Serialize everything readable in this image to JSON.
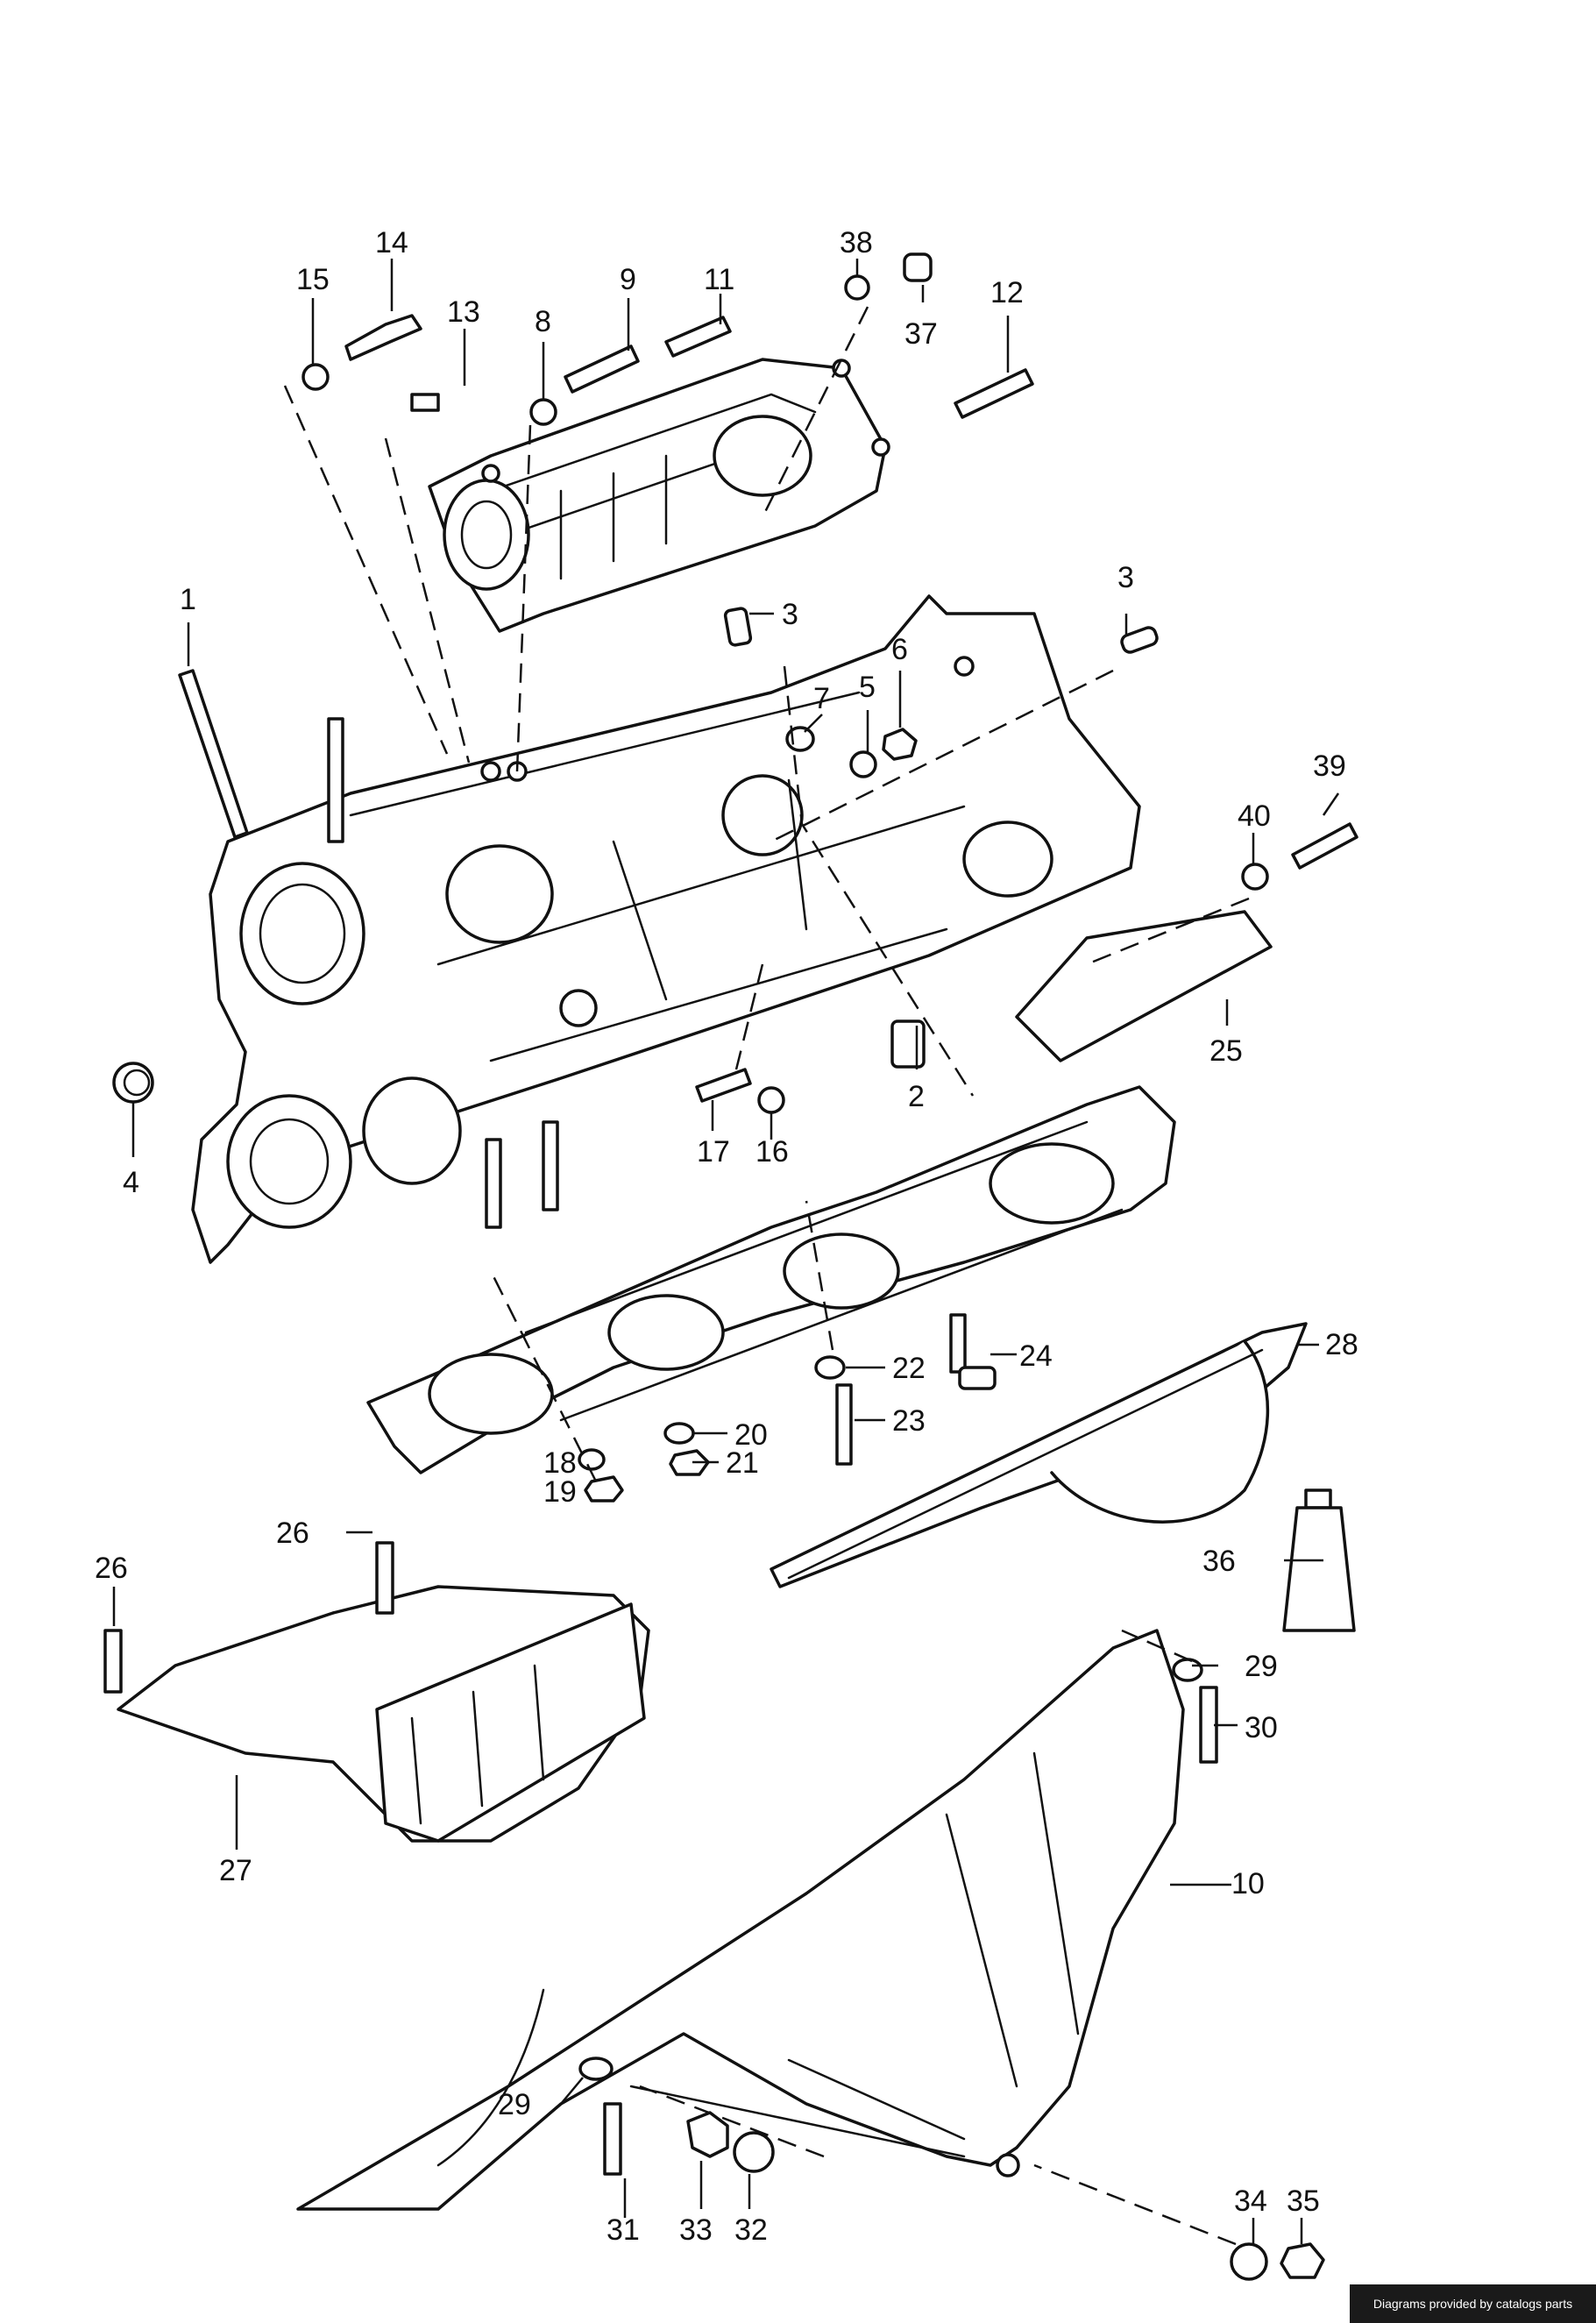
{
  "diagram": {
    "callouts": [
      "1",
      "2",
      "3",
      "3",
      "4",
      "5",
      "6",
      "7",
      "8",
      "9",
      "10",
      "11",
      "12",
      "13",
      "14",
      "15",
      "16",
      "17",
      "18",
      "19",
      "20",
      "21",
      "22",
      "23",
      "24",
      "25",
      "26",
      "26",
      "27",
      "28",
      "29",
      "29",
      "30",
      "31",
      "32",
      "33",
      "34",
      "35",
      "36",
      "37",
      "38",
      "39",
      "40"
    ]
  },
  "footer": {
    "credit": "Diagrams provided by catalogs parts"
  },
  "colors": {
    "ink": "#111111",
    "paper": "#ffffff",
    "badge": "#1a1a1a"
  }
}
